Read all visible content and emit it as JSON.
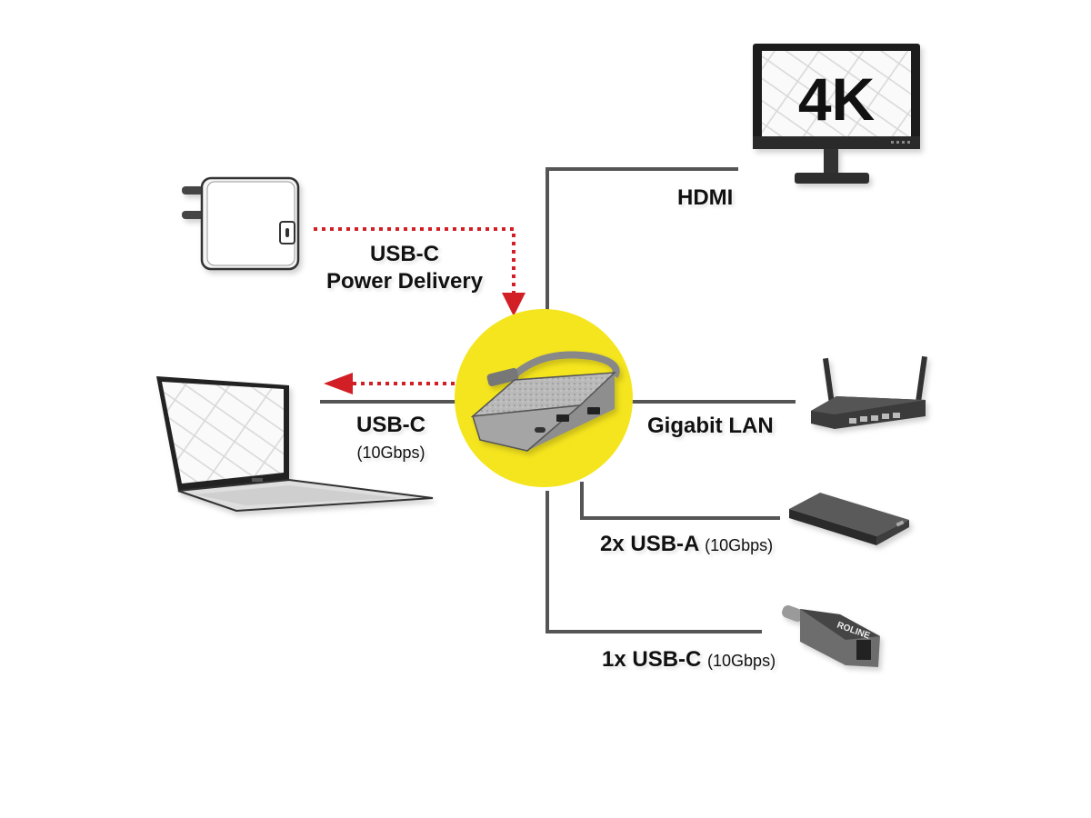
{
  "labels": {
    "hdmi": "HDMI",
    "monitor_text": "4K",
    "power_line1": "USB-C",
    "power_line2": "Power Delivery",
    "laptop_main": "USB-C",
    "laptop_sub": "(10Gbps)",
    "lan": "Gigabit LAN",
    "usba_main": "2x USB-A",
    "usba_sub": "(10Gbps)",
    "usbc_main": "1x USB-C",
    "usbc_sub": "(10Gbps)",
    "adapter_brand": "ROLINE"
  },
  "colors": {
    "hub_circle": "#f5e51e",
    "arrow_red": "#d21f26",
    "line_gray": "#555555"
  },
  "icons": [
    "monitor-icon",
    "power-adapter-icon",
    "laptop-icon",
    "usb-hub-icon",
    "router-icon",
    "external-drive-icon",
    "usb-c-adapter-icon"
  ]
}
